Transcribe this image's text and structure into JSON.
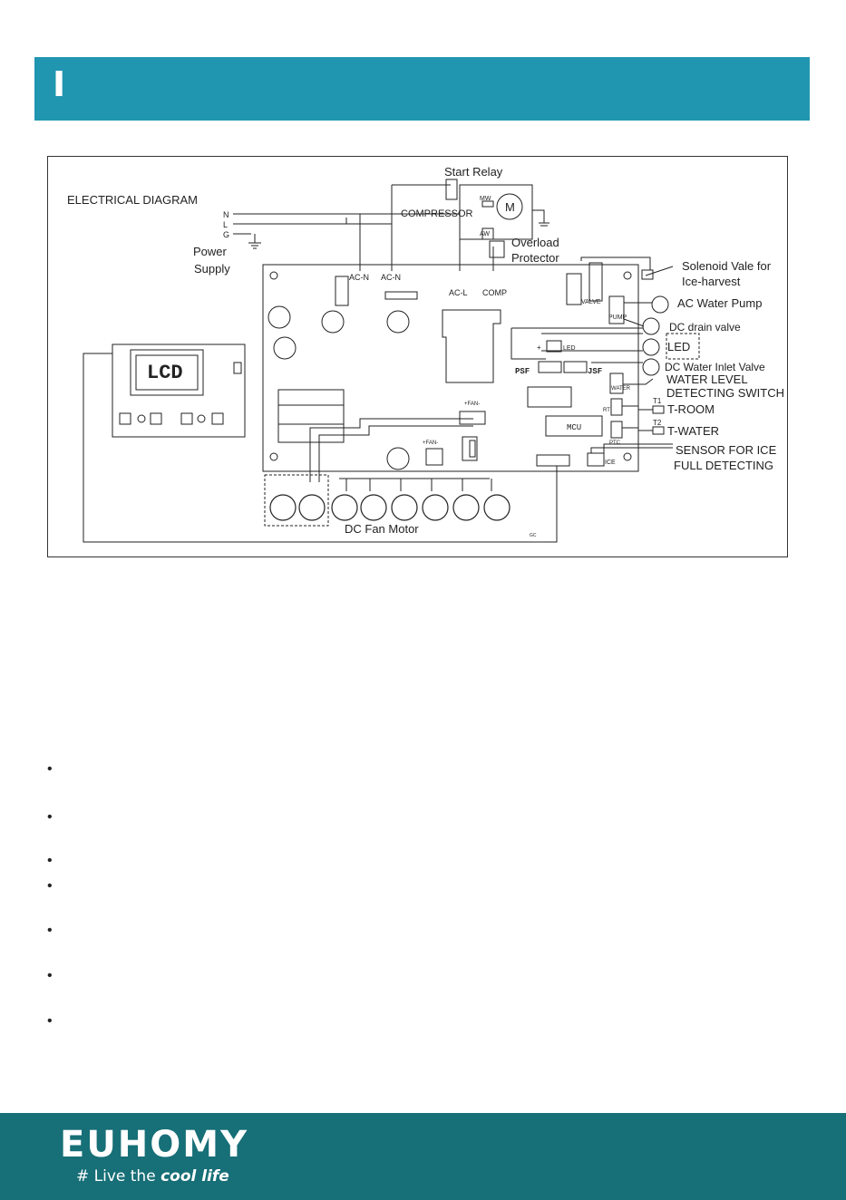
{
  "header": {
    "title": "I"
  },
  "diagram": {
    "title": "ELECTRICAL DIAGRAM",
    "supply_lines": [
      "N",
      "L",
      "G"
    ],
    "power_supply": [
      "Power",
      "Supply"
    ],
    "start_relay": "Start Relay",
    "compressor": "COMPRESSOR",
    "motor": "M",
    "mw": "MW",
    "aw": "AW",
    "overload": [
      "Overload",
      "Protector"
    ],
    "terminals": {
      "acn1": "AC-N",
      "acn2": "AC-N",
      "acl": "AC-L",
      "comp": "COMP"
    },
    "lcd": "LCD",
    "labels": {
      "solenoid": [
        "Solenoid Vale for",
        "Ice-harvest"
      ],
      "ac_pump": "AC Water Pump",
      "drain": "DC drain valve",
      "led": "LED",
      "inlet": "DC Water Inlet Valve",
      "water_level": [
        "WATER LEVEL",
        "DETECTING SWITCH"
      ],
      "t_room": "T-ROOM",
      "t_water": "T-WATER",
      "ice_sensor": [
        "SENSOR FOR ICE",
        "FULL DETECTING"
      ],
      "fan_motor": "DC Fan Motor"
    },
    "board": {
      "valve": "VALVE",
      "pump": "PUMP",
      "water": "WATER",
      "rt": "RT",
      "ptc": "PTC",
      "ice": "ICE",
      "mcu": "MCU",
      "psf": "PSF",
      "jsf": "JSF",
      "fan1": "+FAN-",
      "fan2": "+FAN-",
      "led": "LED",
      "t1": "T1",
      "t2": "T2",
      "gc": "GC",
      "plus": "+"
    }
  },
  "bullet_items": [
    "",
    "",
    "",
    "",
    "",
    "",
    ""
  ],
  "footer": {
    "brand": "EUHOMY",
    "tagline_prefix": "# Live the ",
    "tagline_em": "cool life"
  }
}
